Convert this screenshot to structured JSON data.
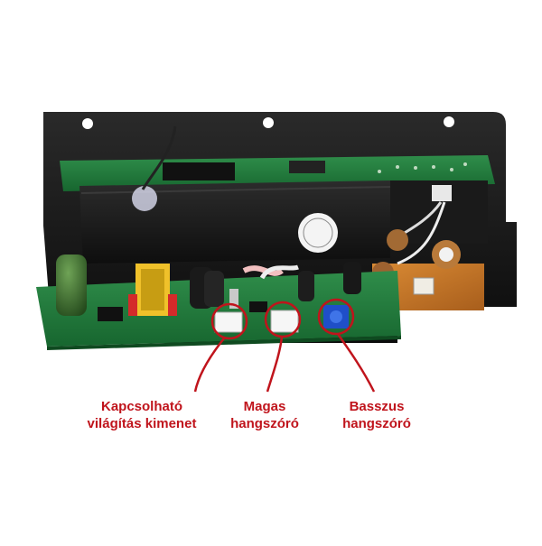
{
  "callouts": {
    "light_output": {
      "line1": "Kapcsolható",
      "line2": "világítás kimenet"
    },
    "treble_speaker": {
      "line1": "Magas",
      "line2": "hangszóró"
    },
    "bass_speaker": {
      "line1": "Basszus",
      "line2": "hangszóró"
    }
  },
  "colors": {
    "callout": "#c0141c",
    "pcb_green": "#1e7a3a",
    "heatsink": "#161616",
    "amber_pcb": "#c87a2a"
  }
}
